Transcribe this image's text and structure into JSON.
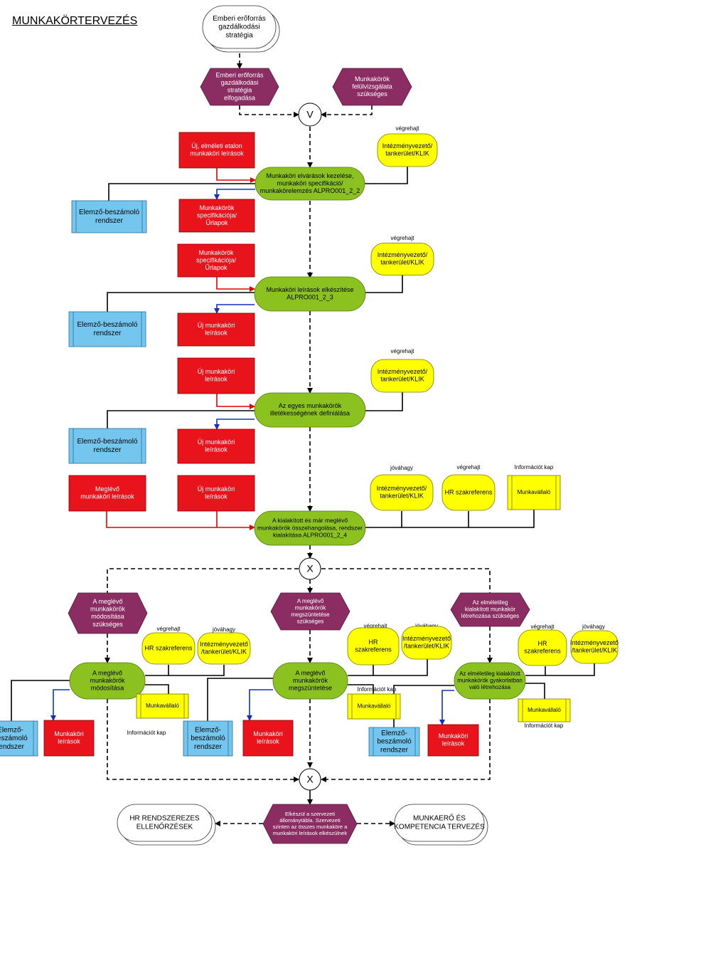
{
  "title": "MUNKAKÖRTERVEZÉS",
  "colors": {
    "event": "#8b2d62",
    "function": "#8cc21f",
    "red_doc": "#e8131b",
    "system": "#74c6ef",
    "org": "#ffff00",
    "arrow_red": "#e00000",
    "arrow_blue": "#1030c0"
  },
  "nodes": {
    "start_iface": [
      "Emberi erőforrás",
      "gazdálkodási",
      "stratégia"
    ],
    "ev_strat_accepted": [
      "Emberi erőforrás",
      "gazdálkodási",
      "stratégia",
      "elfogadása"
    ],
    "ev_review_needed": [
      "Munkakörök",
      "felülvizsgálata",
      "szükséges"
    ],
    "op_or": "V",
    "doc_theory": [
      "Új, elméleti etalon",
      "munkaköri leírások"
    ],
    "org1": [
      "Intézményvezető/",
      "tankerület/KLIK"
    ],
    "role1": "végrehajt",
    "fn1": [
      "Munkaköri elvárások kezelése,",
      "munkaköri specifikáció/",
      "munkakörelemzés ALPRO001_2_2"
    ],
    "sys1": [
      "Elemző-beszámoló",
      "rendszer"
    ],
    "doc_spec_out": [
      "Munkakörök",
      "specifikációja/",
      "Űrlapok"
    ],
    "doc_spec_in": [
      "Munkakörök",
      "specifikációja/",
      "Űrlapok"
    ],
    "org2": [
      "Intézményvezető/",
      "tankerület/KLIK"
    ],
    "role2": "végrehajt",
    "fn2": [
      "Munkaköri leírások elkészítése",
      "ALPRO001_2_3"
    ],
    "sys2": [
      "Elemző-beszámoló",
      "rendszer"
    ],
    "doc_new2": [
      "Új munkaköri",
      "leírások"
    ],
    "doc_new3_in": [
      "Új munkaköri",
      "leírások"
    ],
    "org3": [
      "Intézményvezető/",
      "tankerület/KLIK"
    ],
    "role3": "végrehajt",
    "fn3": [
      "Az egyes munkakörök",
      "illetékességének definiálása"
    ],
    "sys3": [
      "Elemző-beszámoló",
      "rendszer"
    ],
    "doc_new3_out": [
      "Új munkaköri",
      "leírások"
    ],
    "doc_existing": [
      "Meglévő",
      "munkaköri leírások"
    ],
    "doc_new4_in": [
      "Új munkaköri",
      "leírások"
    ],
    "org4": [
      "Intézményvezető/",
      "tankerület/KLIK"
    ],
    "role4a": "jóváhagy",
    "hr4": "HR szakreferens",
    "role4b": "végrehajt",
    "emp4": "Munkavállaló",
    "role4c": "Információt kap",
    "fn4": [
      "A kialakított és már meglévő",
      "munkakörök összehangolása, rendszer",
      "kialakítása ALPRO001_2_4"
    ],
    "op_x1": "X",
    "ev_modify": [
      "A meglévő",
      "munkakörök",
      "módosítása",
      "szükséges"
    ],
    "ev_terminate": [
      "A meglévő",
      "munkakörök",
      "megszüntetése",
      "szükséges"
    ],
    "ev_create": [
      "Az elméletileg",
      "kialakított munkakör",
      "létrehozása szükséges"
    ],
    "hrA": "HR szakreferens",
    "roleA1": "végrehajt",
    "orgA": [
      "Intézményvezető",
      "/tankerület/KLIK"
    ],
    "roleA2": "jóváhagy",
    "fnA": [
      "A meglévő",
      "munkakörök",
      "módosítása"
    ],
    "empA": "Munkavállaló",
    "roleA3": "Információt kap",
    "sysA": [
      "Elemző-",
      "beszámoló",
      "rendszer"
    ],
    "docA": [
      "Munkaköri",
      "leírások"
    ],
    "hrB": [
      "HR",
      "szakreferens"
    ],
    "roleB1": "végrehajt",
    "orgB": [
      "Intézményvezető",
      "/tankerület/KLIK"
    ],
    "roleB2": "jóváhagy",
    "fnB": [
      "A meglévő",
      "munkakörök",
      "megszüntetése"
    ],
    "roleB3": "Információt kap",
    "empB": "Munkavállaló",
    "sysB": [
      "Elemző-",
      "beszámoló",
      "rendszer"
    ],
    "sysB2": [
      "Elemző-",
      "beszámoló",
      "rendszer"
    ],
    "docB": [
      "Munkaköri",
      "leírások"
    ],
    "hrC": [
      "HR",
      "szakreferens"
    ],
    "roleC1": "végrehajt",
    "orgC": [
      "Intézményvezető",
      "/tankerület/KLIK"
    ],
    "roleC2": "jóváhagy",
    "fnC": [
      "Az elméletileg kialakított",
      "munkakörök gyakorlatban",
      "való létrehozása"
    ],
    "empC": "Munkavállaló",
    "roleC3": "Információt kap",
    "docC": [
      "Munkaköri",
      "leírások"
    ],
    "op_x2": "X",
    "iface_hr": [
      "HR RENDSZEREZES",
      "ELLENŐRZÉSEK"
    ],
    "ev_final": [
      "Elkészül a szervezeti",
      "állománytábla. Szervezeti",
      "szinten az összes munkaköre a",
      "munkaköri leírások elkészülnek"
    ],
    "iface_comp": [
      "MUNKAERŐ ÉS",
      "KOMPETENCIA TERVEZÉS"
    ]
  }
}
